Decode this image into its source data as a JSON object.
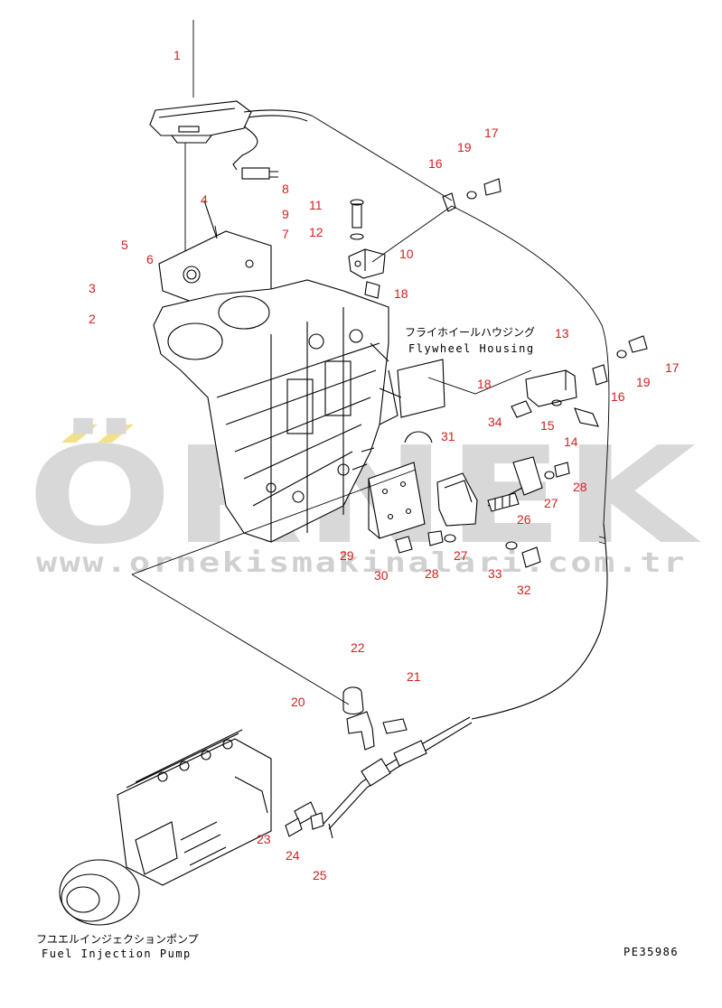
{
  "watermark": {
    "brand": "ÖRNEK",
    "url": "www.ornekismakinalari.com.tr"
  },
  "labels": {
    "flywheel_jp": "フライホイールハウジング",
    "flywheel_en": "Flywheel Housing",
    "pump_jp": "フユエルインジェクションポンプ",
    "pump_en": "Fuel Injection Pump",
    "drawing_code": "PE35986"
  },
  "callouts": [
    "1",
    "2",
    "3",
    "4",
    "5",
    "6",
    "7",
    "8",
    "9",
    "10",
    "11",
    "12",
    "13",
    "14",
    "15",
    "16",
    "16",
    "17",
    "17",
    "18",
    "18",
    "19",
    "19",
    "20",
    "21",
    "22",
    "23",
    "24",
    "25",
    "26",
    "27",
    "27",
    "28",
    "28",
    "29",
    "30",
    "31",
    "32",
    "33",
    "34"
  ],
  "colors": {
    "callout": "#d42020",
    "line": "#000000",
    "watermark": "#d8d8d8",
    "watermark_accent": "#f3e08a"
  }
}
